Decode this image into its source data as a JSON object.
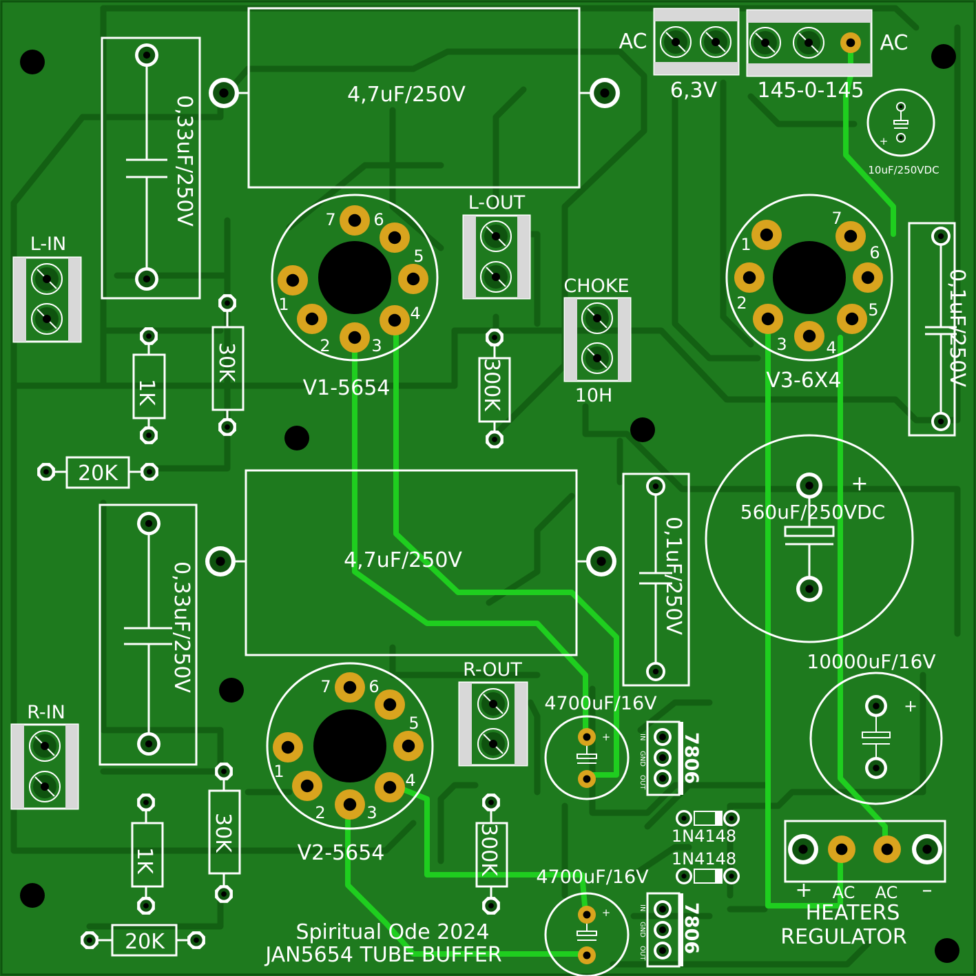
{
  "board": {
    "cap_film_top": "4,7uF/250V",
    "cap_film_bottom": "4,7uF/250V",
    "cap_coupling_left_top": "0,33uF/250V",
    "cap_coupling_left_bottom": "0,33uF/250V",
    "cap_bypass_right": "0,1uF/250V",
    "cap_bypass_mid": "0,1uF/250V",
    "cap_main_filter": "560uF/250VDC",
    "cap_10uf": "10uF/250VDC",
    "cap_10000": "10000uF/16V",
    "cap_4700_top": "4700uF/16V",
    "cap_4700_bottom": "4700uF/16V",
    "conn_ac_left": "AC",
    "conn_ac_right": "AC",
    "conn_63v": "6,3V",
    "conn_145": "145-0-145",
    "l_in": "L-IN",
    "r_in": "R-IN",
    "l_out": "L-OUT",
    "r_out": "R-OUT",
    "choke": "CHOKE",
    "choke_value": "10H",
    "tube_v1": "V1-5654",
    "tube_v2": "V2-5654",
    "tube_v3": "V3-6X4",
    "res_1k_top": "1K",
    "res_1k_bottom": "1K",
    "res_30k_top": "30K",
    "res_30k_bottom": "30K",
    "res_20k_top": "20K",
    "res_20k_bottom": "20K",
    "res_300k_top": "300K",
    "res_300k_bottom": "300K",
    "diode_top": "1N4148",
    "diode_bottom": "1N4148",
    "reg_top": "7806",
    "reg_bottom": "7806",
    "reg_pin_in": "IN",
    "reg_pin_gnd": "GND",
    "reg_pin_out": "OUT",
    "heaters_plus": "+",
    "heaters_ac1": "AC",
    "heaters_ac2": "AC",
    "heaters_minus": "–",
    "heaters_title_1": "HEATERS",
    "heaters_title_2": "REGULATOR",
    "credit_1": "Spiritual Ode 2024",
    "credit_2": "JAN5654 TUBE BUFFER",
    "pin_labels": [
      "1",
      "2",
      "3",
      "4",
      "5",
      "6",
      "7"
    ],
    "polarity_plus": "+"
  },
  "colors": {
    "board_green": "#1e7a1e",
    "trace_bottom": "#136013",
    "trace_top": "#1fce1f",
    "silkscreen": "#ffffff",
    "pad_gold": "#d9a41e"
  }
}
